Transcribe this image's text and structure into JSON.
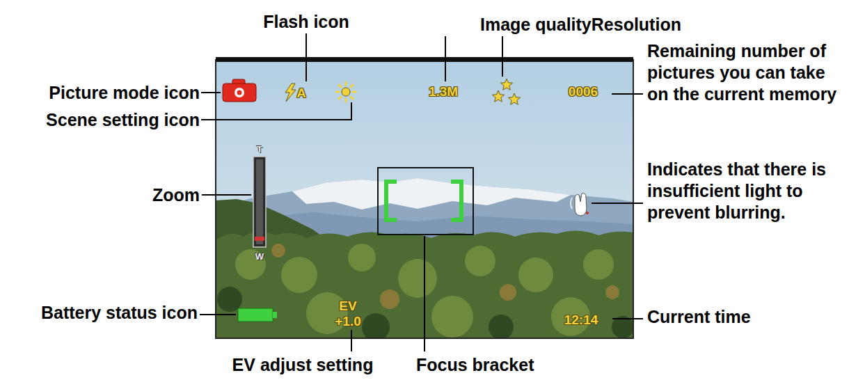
{
  "diagram": {
    "labels": [
      "Flash icon",
      "Image quality",
      "Resolution",
      "Remaining number of pictures you can take on the current memory",
      "Picture mode icon",
      "Scene setting icon",
      "Zoom",
      "Indicates that there is insufficient light to prevent blurring.",
      "Battery status icon",
      "Current time",
      "EV adjust setting",
      "Focus bracket",
      "A",
      "1.3M",
      "0006",
      "T",
      "W",
      "EV",
      "+1.0",
      "12:14"
    ]
  }
}
